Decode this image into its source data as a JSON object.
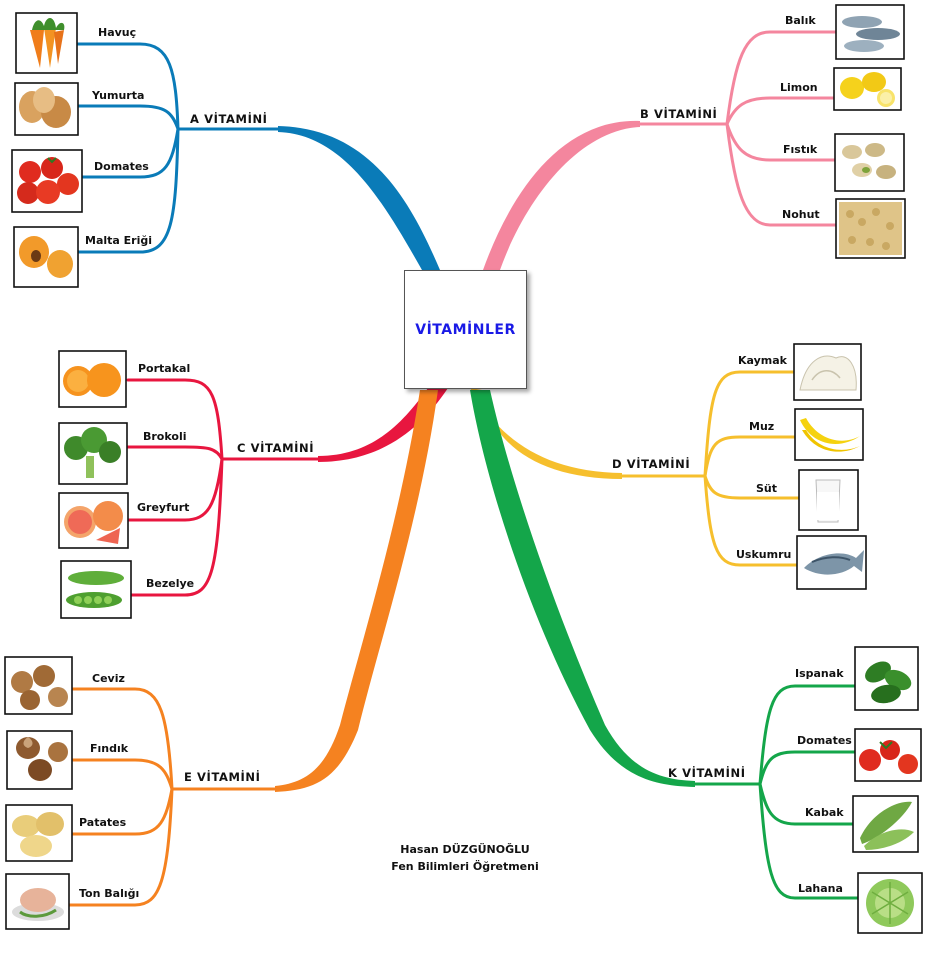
{
  "center": {
    "title": "VİTAMİNLER"
  },
  "author": {
    "name": "Hasan DÜZGÜNOĞLU",
    "role": "Fen Bilimleri Öğretmeni"
  },
  "colors": {
    "A": "#0a7bb8",
    "B": "#f4869e",
    "C": "#e8163f",
    "D": "#f6bf2d",
    "E": "#f58220",
    "K": "#14a64a"
  },
  "branches": [
    {
      "id": "A",
      "label": "A VİTAMİNİ",
      "items": [
        "Havuç",
        "Yumurta",
        "Domates",
        "Malta Eriği"
      ]
    },
    {
      "id": "B",
      "label": "B VİTAMİNİ",
      "items": [
        "Balık",
        "Limon",
        "Fıstık",
        "Nohut"
      ]
    },
    {
      "id": "C",
      "label": "C VİTAMİNİ",
      "items": [
        "Portakal",
        "Brokoli",
        "Greyfurt",
        "Bezelye"
      ]
    },
    {
      "id": "D",
      "label": "D VİTAMİNİ",
      "items": [
        "Kaymak",
        "Muz",
        "Süt",
        "Uskumru"
      ]
    },
    {
      "id": "E",
      "label": "E VİTAMİNİ",
      "items": [
        "Ceviz",
        "Fındık",
        "Patates",
        "Ton Balığı"
      ]
    },
    {
      "id": "K",
      "label": "K VİTAMİNİ",
      "items": [
        "Ispanak",
        "Domates",
        "Kabak",
        "Lahana"
      ]
    }
  ]
}
